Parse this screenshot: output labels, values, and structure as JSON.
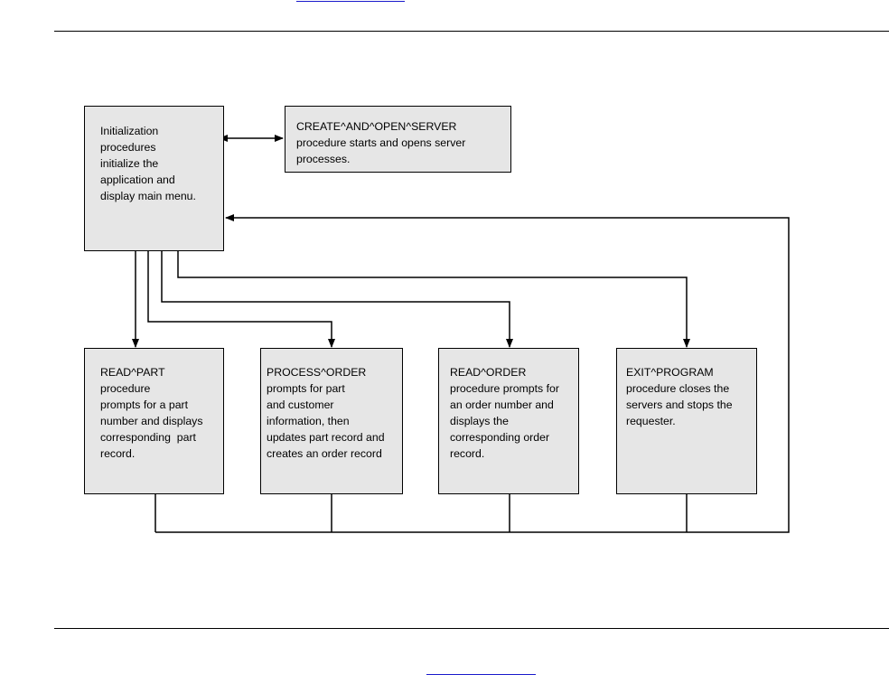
{
  "header": {
    "link_text": ""
  },
  "footer": {
    "link_text": ""
  },
  "diagram": {
    "init_box": {
      "text": "Initialization\nprocedures\ninitialize the\napplication and\ndisplay main menu."
    },
    "create_open_server_box": {
      "text": "CREATE^AND^OPEN^SERVER\nprocedure starts and opens server\nprocesses."
    },
    "read_part_box": {
      "text": "READ^PART\nprocedure\nprompts for a part\nnumber and displays\ncorresponding  part\nrecord."
    },
    "process_order_box": {
      "text": "PROCESS^ORDER\nprompts for part\nand customer\ninformation, then\nupdates part record and\ncreates an order record"
    },
    "read_order_box": {
      "text": "READ^ORDER\nprocedure prompts for\nan order number and\ndisplays the\ncorresponding order\nrecord."
    },
    "exit_program_box": {
      "text": "EXIT^PROGRAM\nprocedure closes the\nservers and stops the\nrequester."
    }
  }
}
